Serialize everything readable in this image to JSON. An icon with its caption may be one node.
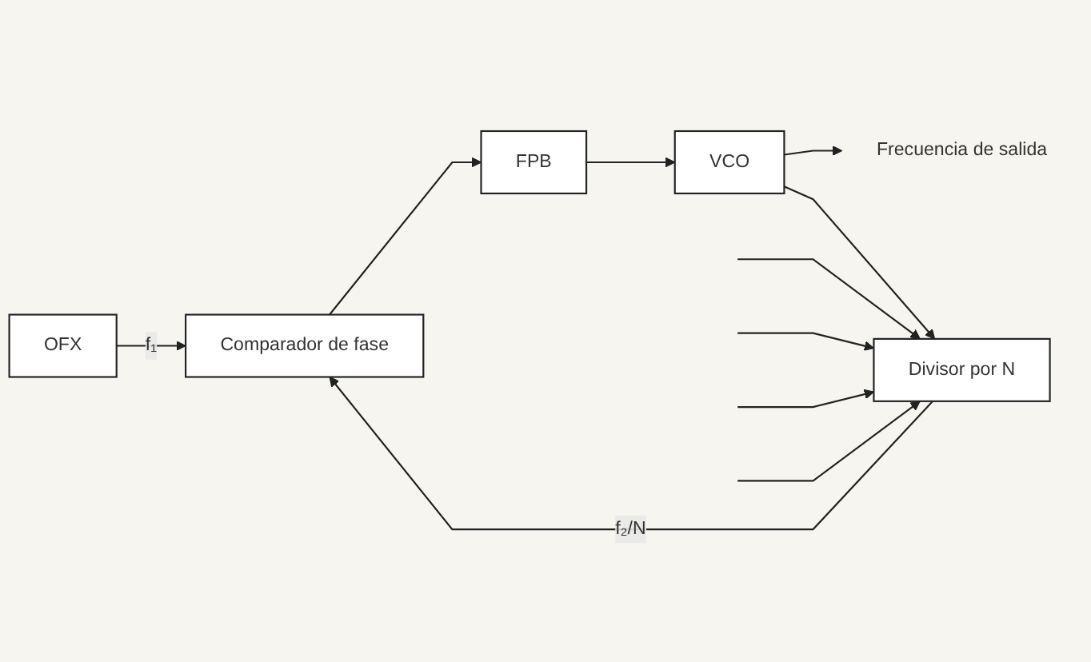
{
  "diagram": {
    "nodes": [
      {
        "text": [
          "OFX"
        ]
      },
      {
        "text": [
          "Comparador de fase"
        ]
      },
      {
        "text": [
          "FPB"
        ]
      },
      {
        "text": [
          "VCO"
        ]
      },
      {
        "text": [
          "Divisor por N"
        ]
      },
      {
        "text": [
          "Frecuencia de salida"
        ]
      }
    ],
    "edges": [
      {
        "from": 0,
        "to": 1,
        "arrow": "to",
        "label": "f₁"
      },
      {
        "from": 1,
        "to": 2,
        "arrow": "to"
      },
      {
        "from": 2,
        "to": 3,
        "arrow": "to"
      },
      {
        "from": 3,
        "to": 5,
        "arrow": "to"
      },
      {
        "from": 3,
        "to": 4,
        "arrow": "to"
      },
      {
        "from": 4,
        "to": 1,
        "arrow": "to",
        "label": "f₂/N"
      },
      {
        "from": null,
        "to": 4,
        "arrow": "to"
      },
      {
        "from": null,
        "to": 4,
        "arrow": "to"
      },
      {
        "from": null,
        "to": 4,
        "arrow": "to"
      },
      {
        "from": null,
        "to": 4,
        "arrow": "to"
      }
    ]
  }
}
